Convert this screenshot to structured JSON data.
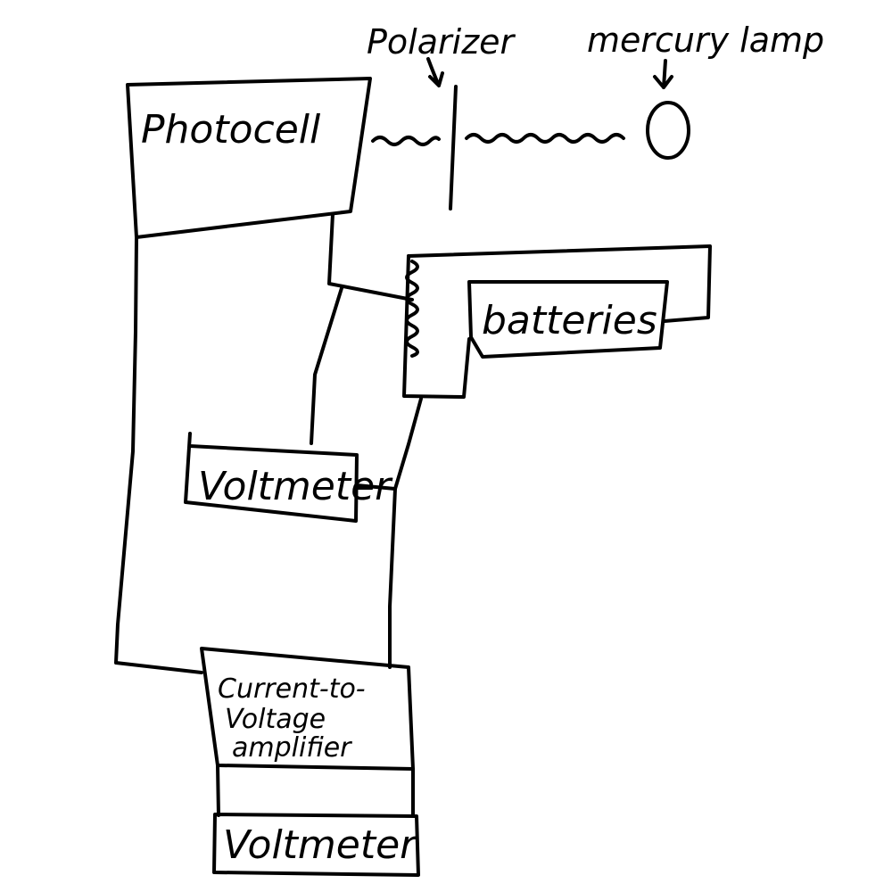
{
  "labels": {
    "photocell": "Photocell",
    "polarizer": "Polarizer",
    "mercury_lamp": "mercury lamp",
    "batteries": "batteries",
    "voltmeter_1": "Voltmeter",
    "amplifier_line_1": "Current-to-",
    "amplifier_line_2": "Voltage",
    "amplifier_line_3": "amplifier",
    "voltmeter_2": "Voltmeter"
  }
}
